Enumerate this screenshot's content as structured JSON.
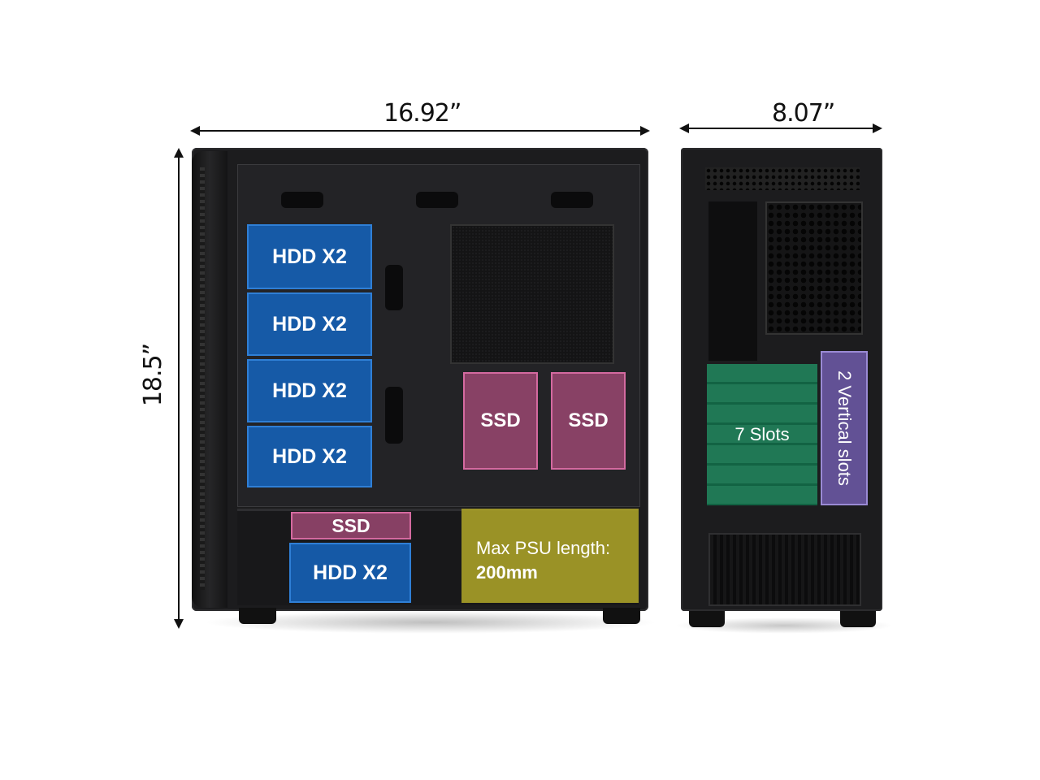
{
  "dimensions": {
    "width_label": "16.92”",
    "depth_label": "8.07”",
    "height_label": "18.5”"
  },
  "side_view": {
    "hdd_bays": [
      "HDD X2",
      "HDD X2",
      "HDD X2",
      "HDD X2"
    ],
    "ssd_mounts": [
      "SSD",
      "SSD"
    ],
    "bottom_ssd": "SSD",
    "bottom_hdd": "HDD X2",
    "psu_label_line1": "Max PSU length:",
    "psu_label_line2": "200mm"
  },
  "back_view": {
    "slots_label": "7 Slots",
    "vertical_slots_label": "2 Vertical slots"
  },
  "colors": {
    "hdd": "#165fb2",
    "ssd": "#96466e",
    "psu": "#a8a028",
    "slots": "#147850",
    "vertical_slots": "#6e5aaa"
  }
}
